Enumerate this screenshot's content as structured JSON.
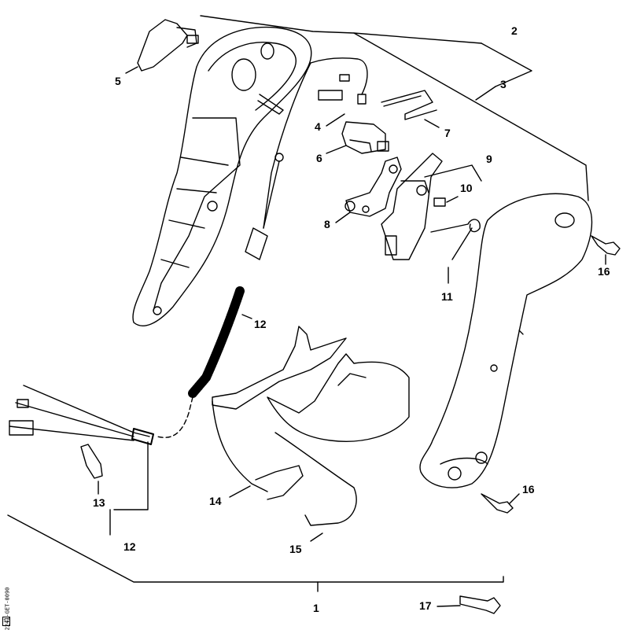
{
  "drawing_code": "2241-GET-0090",
  "drawing_code_mark": "S1",
  "colors": {
    "line": "#000000",
    "background": "#ffffff"
  },
  "callouts": {
    "c1": "1",
    "c2": "2",
    "c3": "3",
    "c4": "4",
    "c5": "5",
    "c6": "6",
    "c7": "7",
    "c8": "8",
    "c9": "9",
    "c10": "10",
    "c11": "11",
    "c12a": "12",
    "c12b": "12",
    "c13": "13",
    "c14": "14",
    "c15": "15",
    "c16a": "16",
    "c16b": "16",
    "c17": "17"
  }
}
